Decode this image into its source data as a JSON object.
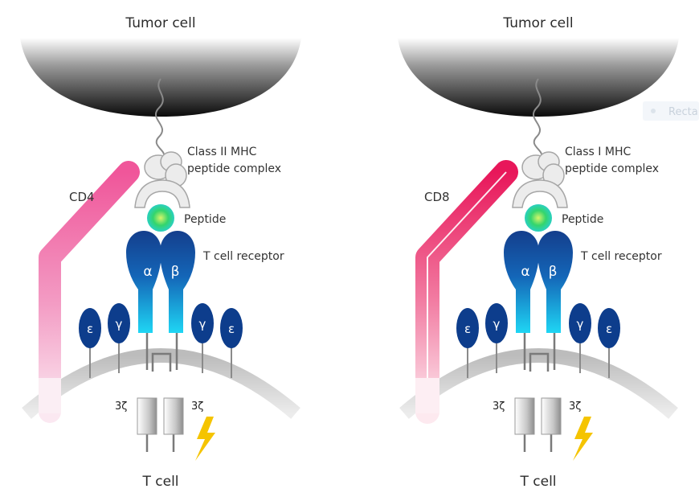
{
  "panels": [
    {
      "tumor_label": "Tumor cell",
      "coreceptor_label": "CD4",
      "mhc_label_line1": "Class II MHC",
      "mhc_label_line2": "peptide complex",
      "peptide_label": "Peptide",
      "tcr_label": "T cell receptor",
      "alpha": "α",
      "beta": "β",
      "subunits": [
        "ε",
        "γ",
        "γ",
        "ε"
      ],
      "zeta_left": "3ζ",
      "zeta_right": "3ζ",
      "tcell_label": "T cell"
    },
    {
      "tumor_label": "Tumor cell",
      "coreceptor_label": "CD8",
      "mhc_label_line1": "Class I MHC",
      "mhc_label_line2": "peptide complex",
      "peptide_label": "Peptide",
      "tcr_label": "T cell receptor",
      "alpha": "α",
      "beta": "β",
      "subunits": [
        "ε",
        "γ",
        "γ",
        "ε"
      ],
      "zeta_left": "3ζ",
      "zeta_right": "3ζ",
      "tcell_label": "T cell"
    }
  ],
  "overlay": {
    "ghost_label": "Recta"
  },
  "colors": {
    "cd4": "#f0569a",
    "cd8": "#e8175a",
    "tcr_top": "#123f8c",
    "tcr_bottom": "#1fd3f2",
    "subunit": "#0d3d8c",
    "peptide": "#2ed17a",
    "bolt": "#f5c400"
  }
}
